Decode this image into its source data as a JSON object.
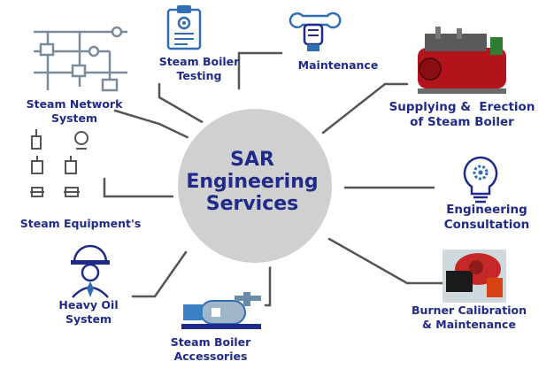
{
  "center": {
    "line1": "SAR",
    "line2": "Engineering",
    "line3": "Services"
  },
  "services": {
    "steam_boiler_testing": [
      "Steam Boiler",
      "Testing"
    ],
    "maintenance": [
      "Maintenance"
    ],
    "supplying_erection": [
      "Supplying &  Erection",
      "of Steam Boiler"
    ],
    "engineering_consultation": [
      "Engineering",
      "Consultation"
    ],
    "burner_calibration": [
      "Burner Calibration",
      "& Maintenance"
    ],
    "steam_boiler_accessories": [
      "Steam Boiler",
      "Accessories"
    ],
    "heavy_oil_system": [
      "Heavy Oil",
      "System"
    ],
    "steam_equipments": [
      "Steam Equipment's"
    ],
    "steam_network_system": [
      "Steam Network",
      "System"
    ]
  },
  "colors": {
    "label_text": "#1f2a8a",
    "center_circle": "#d0d0d0",
    "center_border": "#ffffff",
    "connector": "#555555",
    "boiler_red": "#b3141b",
    "icon_blue": "#2f6db5"
  },
  "icons": {
    "steam_boiler_testing": "clipboard-gear-icon",
    "maintenance": "wrench-hand-icon",
    "supplying_erection": "boiler-photo",
    "engineering_consultation": "lightbulb-gear-icon",
    "burner_calibration": "burner-photo",
    "steam_boiler_accessories": "pump-tank-icon",
    "heavy_oil_system": "engineer-helmet-icon",
    "steam_equipments": "valves-icon",
    "steam_network_system": "pipe-network-icon"
  }
}
